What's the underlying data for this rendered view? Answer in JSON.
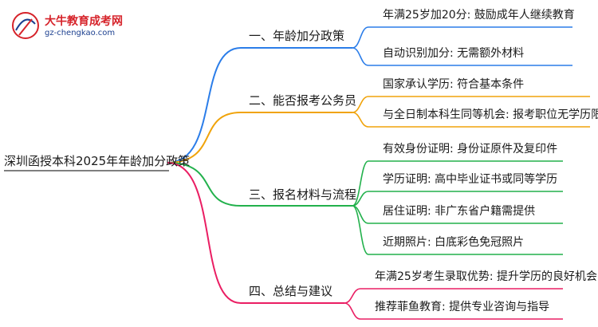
{
  "logo": {
    "name": "大牛教育成考网",
    "url": "gz-chengkao.com"
  },
  "root": {
    "label": "深圳函授本科2025年年龄加分政策"
  },
  "colors": {
    "blue": "#2b7de9",
    "orange": "#f0a30a",
    "green": "#22b14c",
    "pink": "#ea1e63",
    "logo_red": "#d6232a"
  },
  "branches": [
    {
      "label": "一、年龄加分政策",
      "color": "blue",
      "items": [
        "年满25岁加20分: 鼓励成年人继续教育",
        "自动识别加分: 无需额外材料"
      ]
    },
    {
      "label": "二、能否报考公务员",
      "color": "orange",
      "items": [
        "国家承认学历: 符合基本条件",
        "与全日制本科生同等机会: 报考职位无学历限制"
      ]
    },
    {
      "label": "三、报名材料与流程",
      "color": "green",
      "items": [
        "有效身份证明: 身份证原件及复印件",
        "学历证明: 高中毕业证书或同等学历",
        "居住证明: 非广东省户籍需提供",
        "近期照片: 白底彩色免冠照片"
      ]
    },
    {
      "label": "四、总结与建议",
      "color": "pink",
      "items": [
        "年满25岁考生录取优势: 提升学历的良好机会",
        "推荐菲鱼教育: 提供专业咨询与指导"
      ]
    }
  ]
}
